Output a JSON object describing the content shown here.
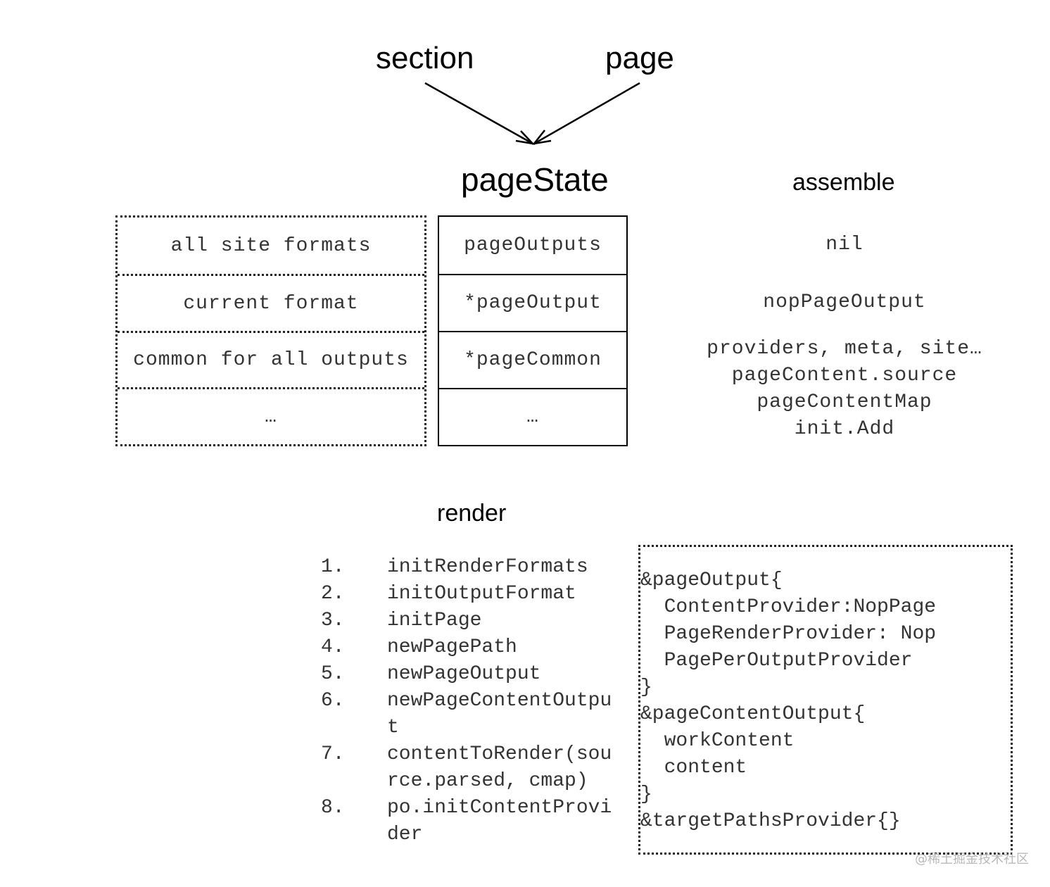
{
  "top_labels": {
    "section": "section",
    "page": "page"
  },
  "page_state": {
    "title": "pageState",
    "rows": [
      "pageOutputs",
      "*pageOutput",
      "*pageCommon",
      "…"
    ]
  },
  "descriptions": {
    "rows": [
      "all site formats",
      "current format",
      "common for all outputs",
      "…"
    ]
  },
  "assemble": {
    "title": "assemble",
    "items": [
      "nil",
      "nopPageOutput",
      "providers, meta, site…",
      "pageContent.source",
      "pageContentMap",
      "init.Add"
    ]
  },
  "render": {
    "title": "render",
    "steps": [
      {
        "num": "1.",
        "lines": [
          "initRenderFormats"
        ]
      },
      {
        "num": "2.",
        "lines": [
          "initOutputFormat"
        ]
      },
      {
        "num": "3.",
        "lines": [
          "initPage"
        ]
      },
      {
        "num": "4.",
        "lines": [
          "newPagePath"
        ]
      },
      {
        "num": "5.",
        "lines": [
          "newPageOutput"
        ]
      },
      {
        "num": "6.",
        "lines": [
          "newPageContentOutpu",
          "t"
        ]
      },
      {
        "num": "7.",
        "lines": [
          "contentToRender(sou",
          "rce.parsed, cmap)"
        ]
      },
      {
        "num": "8.",
        "lines": [
          "po.initContentProvi",
          "der"
        ]
      }
    ]
  },
  "code_box": {
    "lines": [
      "&pageOutput{",
      "  ContentProvider:NopPage",
      "  PageRenderProvider: Nop",
      "  PagePerOutputProvider",
      "}",
      "&pageContentOutput{",
      "  workContent",
      "  content",
      "}",
      "&targetPathsProvider{}"
    ]
  },
  "watermark": "@稀土掘金技术社区"
}
